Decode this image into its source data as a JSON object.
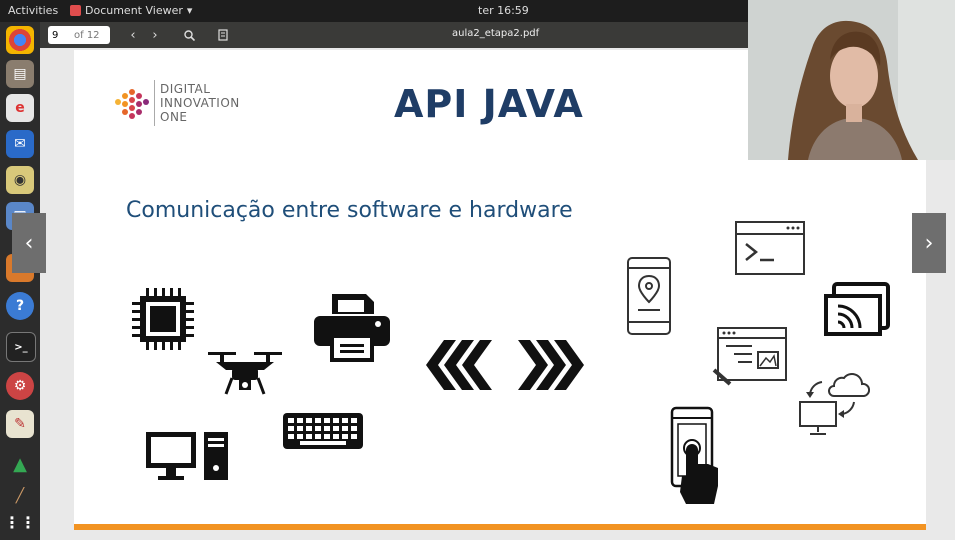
{
  "topbar": {
    "activities": "Activities",
    "app_menu": "Document Viewer",
    "clock": "ter 16:59"
  },
  "toolbar": {
    "page_current": "9",
    "page_total": "of 12",
    "document_title": "aula2_etapa2.pdf"
  },
  "slide": {
    "logo_text": [
      "DIGITAL",
      "INNOVATION",
      "ONE"
    ],
    "title": "API JAVA",
    "subtitle": "Comunicação entre software e hardware"
  },
  "colors": {
    "title": "#1f3d66",
    "subtitle": "#1f4e79",
    "accent_bar": "#f29322"
  },
  "dock_icons": [
    "chrome-icon",
    "files-icon",
    "pdf-viewer-icon",
    "thunderbird-icon",
    "disk-icon",
    "libreoffice-icon",
    "software-center-icon",
    "help-icon",
    "terminal-icon",
    "settings-icon",
    "text-editor-icon",
    "google-drive-icon",
    "pen-icon",
    "show-apps-icon"
  ]
}
